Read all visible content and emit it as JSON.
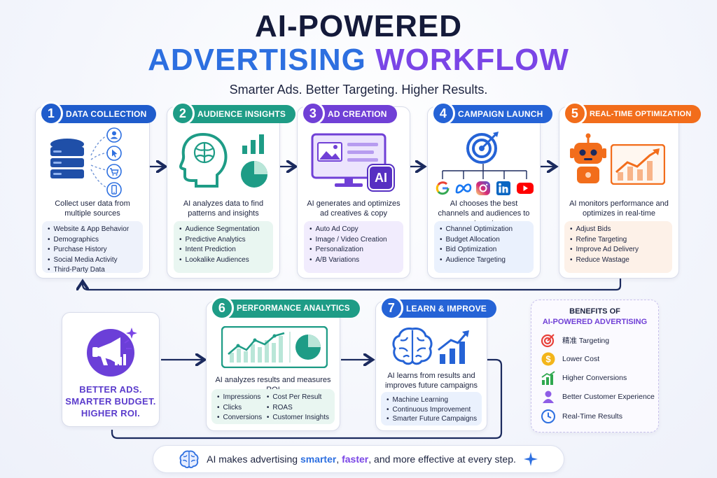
{
  "title": {
    "line1": "AI-POWERED",
    "line2_a": "ADVERTISING",
    "line2_b": "WORKFLOW",
    "subtitle": "Smarter Ads. Better Targeting. Higher Results."
  },
  "steps": [
    {
      "num": "1",
      "title": "DATA COLLECTION",
      "desc": "Collect user data from multiple sources",
      "items": [
        "Website & App Behavior",
        "Demographics",
        "Purchase History",
        "Social Media Activity",
        "Third-Party Data"
      ]
    },
    {
      "num": "2",
      "title": "AUDIENCE INSIGHTS",
      "desc": "AI analyzes data to find patterns and insights",
      "items": [
        "Audience Segmentation",
        "Predictive Analytics",
        "Intent Prediction",
        "Lookalike Audiences"
      ]
    },
    {
      "num": "3",
      "title": "AD CREATION",
      "desc": "AI generates and optimizes ad creatives & copy",
      "items": [
        "Auto Ad Copy",
        "Image / Video Creation",
        "Personalization",
        "A/B Variations"
      ],
      "badge_text": "AI"
    },
    {
      "num": "4",
      "title": "CAMPAIGN LAUNCH",
      "desc": "AI chooses the best channels and audiences to target",
      "items": [
        "Channel Optimization",
        "Budget Allocation",
        "Bid Optimization",
        "Audience Targeting"
      ]
    },
    {
      "num": "5",
      "title": "REAL-TIME OPTIMIZATION",
      "desc": "AI monitors performance and optimizes in real-time",
      "items": [
        "Adjust Bids",
        "Refine Targeting",
        "Improve Ad Delivery",
        "Reduce Wastage"
      ]
    },
    {
      "num": "6",
      "title": "PERFORMANCE ANALYTICS",
      "desc": "AI analyzes results and measures ROI",
      "items_left": [
        "Impressions",
        "Clicks",
        "Conversions"
      ],
      "items_right": [
        "Cost Per Result",
        "ROAS",
        "Customer Insights"
      ]
    },
    {
      "num": "7",
      "title": "LEARN & IMPROVE",
      "desc": "AI learns from results and improves future campaigns",
      "items": [
        "Machine Learning",
        "Continuous Improvement",
        "Smarter Future Campaigns"
      ]
    }
  ],
  "roi": {
    "line1": "BETTER ADS.",
    "line2": "SMARTER BUDGET.",
    "line3": "HIGHER ROI."
  },
  "benefits": {
    "title1": "BENEFITS OF",
    "title2": "AI-POWERED ADVERTISING",
    "items": [
      {
        "label": "精准 Targeting",
        "icon": "target-icon",
        "color": "#e8413a"
      },
      {
        "label": "Lower Cost",
        "icon": "coin-icon",
        "color": "#f3b51b"
      },
      {
        "label": "Higher Conversions",
        "icon": "growth-chart-icon",
        "color": "#2fa84f"
      },
      {
        "label": "Better Customer Experience",
        "icon": "user-icon",
        "color": "#8e5ce6"
      },
      {
        "label": "Real-Time Results",
        "icon": "clock-icon",
        "color": "#2d6fe0"
      }
    ]
  },
  "footer": {
    "pre": "AI makes advertising ",
    "w1": "smarter",
    "sep1": ", ",
    "w2": "faster",
    "post": ", and more effective at every step."
  },
  "colors": {
    "blue": "#1f5ccc",
    "green": "#1e9c86",
    "purple": "#7040d6",
    "blue2": "#2563d6",
    "orange": "#f26d1b",
    "navy": "#1b2a5e",
    "title_blue": "#2d6fe0",
    "title_purple": "#7a45e6"
  }
}
